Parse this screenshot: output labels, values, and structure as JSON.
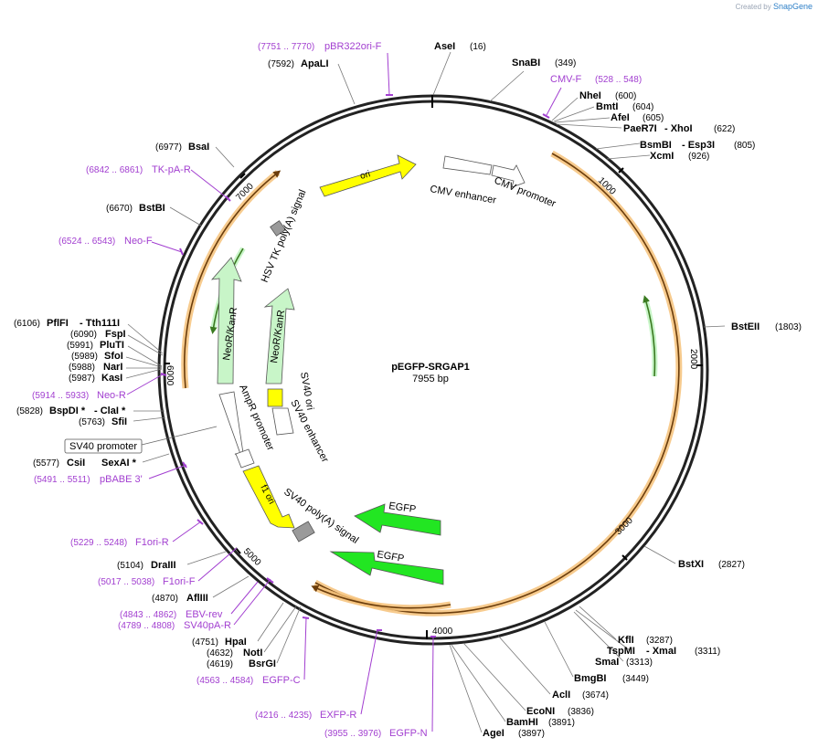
{
  "credit": {
    "prefix": "Created by",
    "brand": "SnapGene"
  },
  "plasmid": {
    "name": "pEGFP-SRGAP1",
    "size_label": "7955 bp",
    "length": 7955
  },
  "ticks": [
    "1000",
    "2000",
    "3000",
    "4000",
    "5000",
    "6000",
    "7000"
  ],
  "enzymes": [
    {
      "name": "AseI",
      "pos": "(16)"
    },
    {
      "name": "SnaBI",
      "pos": "(349)"
    },
    {
      "name": "NheI",
      "pos": "(600)"
    },
    {
      "name": "BmtI",
      "pos": "(604)"
    },
    {
      "name": "AfeI",
      "pos": "(605)"
    },
    {
      "name": "PaeR7I",
      "extra": "- XhoI",
      "pos": "(622)"
    },
    {
      "name": "BsmBI",
      "extra": "- Esp3I",
      "pos": "(805)"
    },
    {
      "name": "XcmI",
      "pos": "(926)"
    },
    {
      "name": "BstEII",
      "pos": "(1803)"
    },
    {
      "name": "BstXI",
      "pos": "(2827)"
    },
    {
      "name": "KflI",
      "pos": "(3287)"
    },
    {
      "name": "TspMI",
      "extra": "- XmaI",
      "pos": "(3311)"
    },
    {
      "name": "SmaI",
      "pos": "(3313)"
    },
    {
      "name": "BmgBI",
      "pos": "(3449)"
    },
    {
      "name": "AclI",
      "pos": "(3674)"
    },
    {
      "name": "EcoNI",
      "pos": "(3836)"
    },
    {
      "name": "BamHI",
      "pos": "(3891)"
    },
    {
      "name": "AgeI",
      "pos": "(3897)"
    },
    {
      "name": "BsrGI",
      "pos": "(4619)"
    },
    {
      "name": "NotI",
      "pos": "(4632)"
    },
    {
      "name": "HpaI",
      "pos": "(4751)"
    },
    {
      "name": "AflIII",
      "pos": "(4870)"
    },
    {
      "name": "DraIII",
      "pos": "(5104)"
    },
    {
      "name": "SexAI *",
      "pos": ""
    },
    {
      "name": "CsiI",
      "pos": "(5577)"
    },
    {
      "name": "SfiI",
      "pos": "(5763)"
    },
    {
      "name": "BspDI *",
      "extra": "- ClaI *",
      "pos": "(5828)"
    },
    {
      "name": "KasI",
      "pos": "(5987)"
    },
    {
      "name": "NarI",
      "pos": "(5988)"
    },
    {
      "name": "SfoI",
      "pos": "(5989)"
    },
    {
      "name": "PluTI",
      "pos": "(5991)"
    },
    {
      "name": "FspI",
      "pos": "(6090)"
    },
    {
      "name": "PflFI",
      "extra": "- Tth111I",
      "pos": "(6106)"
    },
    {
      "name": "BstBI",
      "pos": "(6670)"
    },
    {
      "name": "BsaI",
      "pos": "(6977)"
    },
    {
      "name": "ApaLI",
      "pos": "(7592)"
    }
  ],
  "primers": [
    {
      "name": "pBR322ori-F",
      "pos": "(7751 .. 7770)"
    },
    {
      "name": "CMV-F",
      "pos": "(528 .. 548)"
    },
    {
      "name": "TK-pA-R",
      "pos": "(6842 .. 6861)"
    },
    {
      "name": "Neo-F",
      "pos": "(6524 .. 6543)"
    },
    {
      "name": "Neo-R",
      "pos": "(5914 .. 5933)"
    },
    {
      "name": "pBABE 3'",
      "pos": "(5491 .. 5511)"
    },
    {
      "name": "F1ori-R",
      "pos": "(5229 .. 5248)"
    },
    {
      "name": "F1ori-F",
      "pos": "(5017 .. 5038)"
    },
    {
      "name": "EBV-rev",
      "pos": "(4843 .. 4862)"
    },
    {
      "name": "SV40pA-R",
      "pos": "(4789 .. 4808)"
    },
    {
      "name": "EGFP-C",
      "pos": "(4563 .. 4584)"
    },
    {
      "name": "EXFP-R",
      "pos": "(4216 .. 4235)"
    },
    {
      "name": "EGFP-N",
      "pos": "(3955 .. 3976)"
    }
  ],
  "features": [
    {
      "name": "ori"
    },
    {
      "name": "CMV promoter"
    },
    {
      "name": "CMV enhancer"
    },
    {
      "name": "HSV TK poly(A) signal"
    },
    {
      "name": "NeoR/KanR"
    },
    {
      "name": "NeoR/KanR"
    },
    {
      "name": "SV40 ori"
    },
    {
      "name": "SV40 enhancer"
    },
    {
      "name": "AmpR promoter"
    },
    {
      "name": "f1 ori"
    },
    {
      "name": "SV40 poly(A) signal"
    },
    {
      "name": "EGFP"
    },
    {
      "name": "EGFP"
    },
    {
      "name": "SV40 promoter"
    }
  ],
  "colors": {
    "backbone": "#222222",
    "primer": "#a23fd0",
    "orf_fill": "#f6c27a",
    "ori": "#ffff00",
    "egfp": "#22e622",
    "neo": "#c8f5c8",
    "polyA": "#9a9a9a"
  }
}
